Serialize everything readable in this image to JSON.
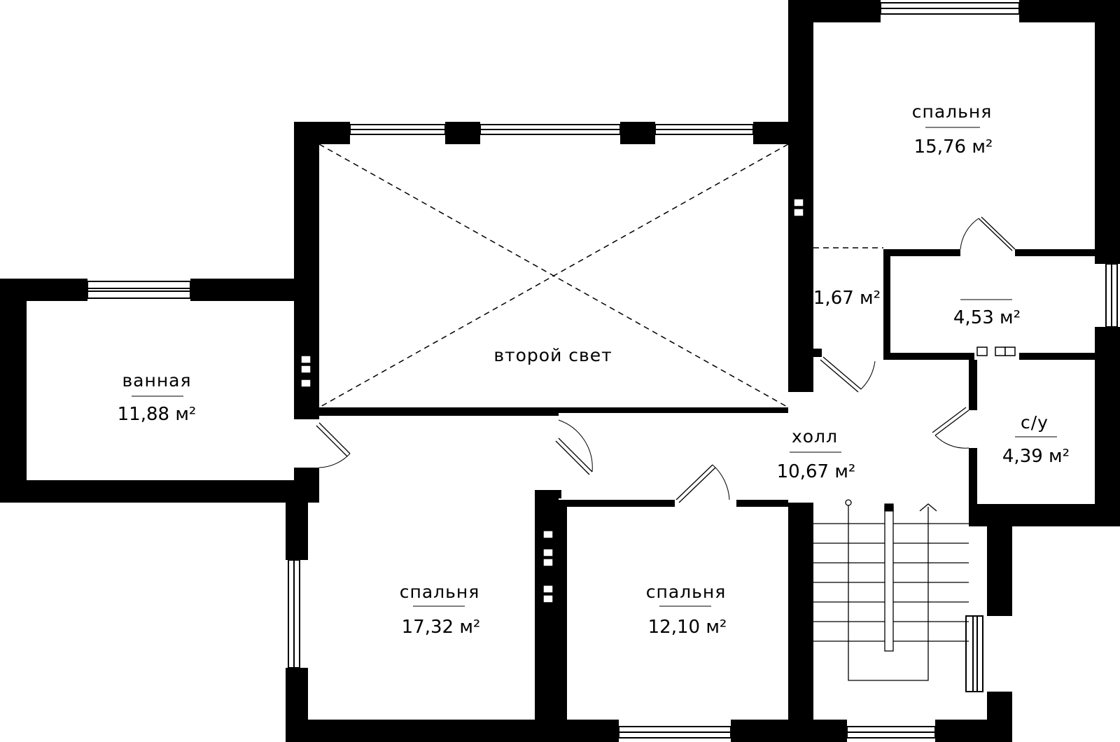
{
  "colors": {
    "wall": "#000000",
    "background": "#ffffff",
    "line": "#000000"
  },
  "rooms": [
    {
      "id": "bedroom-ne",
      "name": "спальня",
      "area": "15,76 м²"
    },
    {
      "id": "void",
      "name": "второй свет",
      "area": ""
    },
    {
      "id": "closet",
      "name": "",
      "area": "1,67 м²"
    },
    {
      "id": "storage",
      "name": "",
      "area": "4,53 м²"
    },
    {
      "id": "bathroom",
      "name": "ванная",
      "area": "11,88 м²"
    },
    {
      "id": "wc",
      "name": "с/у",
      "area": "4,39 м²"
    },
    {
      "id": "hall",
      "name": "холл",
      "area": "10,67 м²"
    },
    {
      "id": "bedroom-sw",
      "name": "спальня",
      "area": "17,32 м²"
    },
    {
      "id": "bedroom-s",
      "name": "спальня",
      "area": "12,10 м²"
    }
  ]
}
